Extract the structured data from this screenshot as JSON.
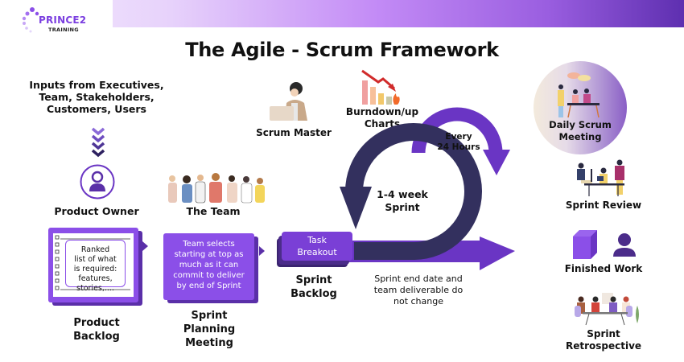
{
  "brand": {
    "name": "PRINCE2",
    "sub": "TRAINING",
    "colors": {
      "primary": "#8b4fe8",
      "dark": "#33305e",
      "accent": "#6a35c4"
    }
  },
  "title": "The Agile - Scrum Framework",
  "inputs": {
    "lines": [
      "Inputs from Executives,",
      "Team, Stakeholders,",
      "Customers, Users"
    ],
    "icon": "chevrons-down-icon"
  },
  "product_owner": {
    "label": "Product Owner",
    "icon": "person-circle-icon"
  },
  "product_backlog": {
    "card_lines": [
      "Ranked",
      "list of what",
      "is required:",
      "features,",
      "stories,...."
    ],
    "label_lines": [
      "Product",
      "Backlog"
    ]
  },
  "team": {
    "label": "The Team",
    "icon": "team-illustration-icon"
  },
  "sprint_planning": {
    "box_lines": [
      "Team selects",
      "starting at top as",
      "much as it can",
      "commit to deliver",
      "by end of Sprint"
    ],
    "label_lines": [
      "Sprint",
      "Planning",
      "Meeting"
    ]
  },
  "scrum_master": {
    "label": "Scrum Master",
    "icon": "scrum-master-illustration-icon"
  },
  "burndown": {
    "label_lines": [
      "Burndown/up",
      "Charts"
    ],
    "icon": "burndown-chart-icon"
  },
  "sprint_backlog": {
    "task_lines": [
      "Task",
      "Breakout"
    ],
    "label_lines": [
      "Sprint",
      "Backlog"
    ]
  },
  "sprint_cycle": {
    "lines": [
      "1-4 week",
      "Sprint"
    ]
  },
  "daily_cycle": {
    "lines": [
      "Every",
      "24 Hours"
    ]
  },
  "sprint_note": {
    "lines": [
      "Sprint end date and",
      "team deliverable do",
      "not change"
    ]
  },
  "daily_scrum": {
    "lines": [
      "Daily Scrum",
      "Meeting"
    ]
  },
  "sprint_review": {
    "label": "Sprint Review"
  },
  "finished_work": {
    "label": "Finished Work"
  },
  "retrospective": {
    "lines": [
      "Sprint",
      "Retrospective"
    ]
  }
}
